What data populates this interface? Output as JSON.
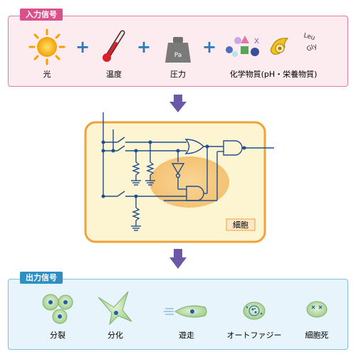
{
  "input_panel": {
    "title": "入力信号",
    "items": [
      {
        "label": "光",
        "icon": "sun-icon"
      },
      {
        "label": "温度",
        "icon": "thermometer-icon"
      },
      {
        "label": "圧力",
        "icon": "weight-icon"
      },
      {
        "label": "化学物質(pH・栄養物質)",
        "icon": "chemicals-icon"
      }
    ],
    "plus": "+",
    "weight_text": "Pa",
    "chem_x": "X",
    "amino_1": "Leu",
    "amino_2": "Gly"
  },
  "cell": {
    "label": "細胞"
  },
  "output_panel": {
    "title": "出力信号",
    "items": [
      {
        "label": "分裂",
        "icon": "dividing-cells-icon"
      },
      {
        "label": "分化",
        "icon": "differentiated-cell-icon"
      },
      {
        "label": "遊走",
        "icon": "migrating-cell-icon"
      },
      {
        "label": "オートファジー",
        "icon": "autophagy-cell-icon"
      },
      {
        "label": "細胞死",
        "icon": "dead-cell-icon"
      }
    ]
  },
  "colors": {
    "arrow": "#6b59a8",
    "input_border": "#e27aa0",
    "output_border": "#7dbfdc",
    "cell_border": "#f0a23a",
    "circuit": "#1f4e8c"
  }
}
